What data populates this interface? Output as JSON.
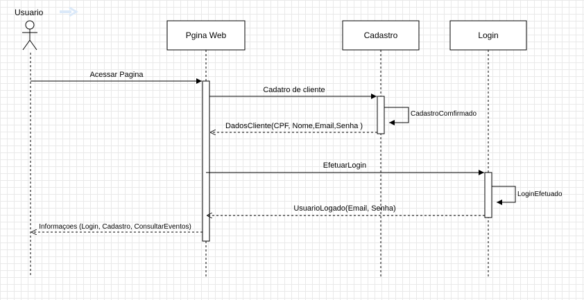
{
  "actor": {
    "label": "Usuario"
  },
  "participants": [
    {
      "label": "Pgina Web"
    },
    {
      "label": "Cadastro"
    },
    {
      "label": "Login"
    }
  ],
  "messages": [
    {
      "label": "Acessar Pagina",
      "kind": "sync"
    },
    {
      "label": "Cadatro de cliente",
      "kind": "sync"
    },
    {
      "label": "CadastroComfirmado",
      "kind": "self"
    },
    {
      "label": "DadosCliente(CPF, Nome,Email,Senha )",
      "kind": "return"
    },
    {
      "label": "EfetuarLogin",
      "kind": "sync"
    },
    {
      "label": "LoginEfetuado",
      "kind": "self"
    },
    {
      "label": "UsuarioLogado(Email, Senha)",
      "kind": "return"
    },
    {
      "label": "Informaçoes (Login, Cadastro, ConsultarEventos)",
      "kind": "return"
    }
  ],
  "colors": {
    "line": "#000000",
    "grid": "#e9e9e9",
    "hint_arrow": "#dbe9f9"
  }
}
